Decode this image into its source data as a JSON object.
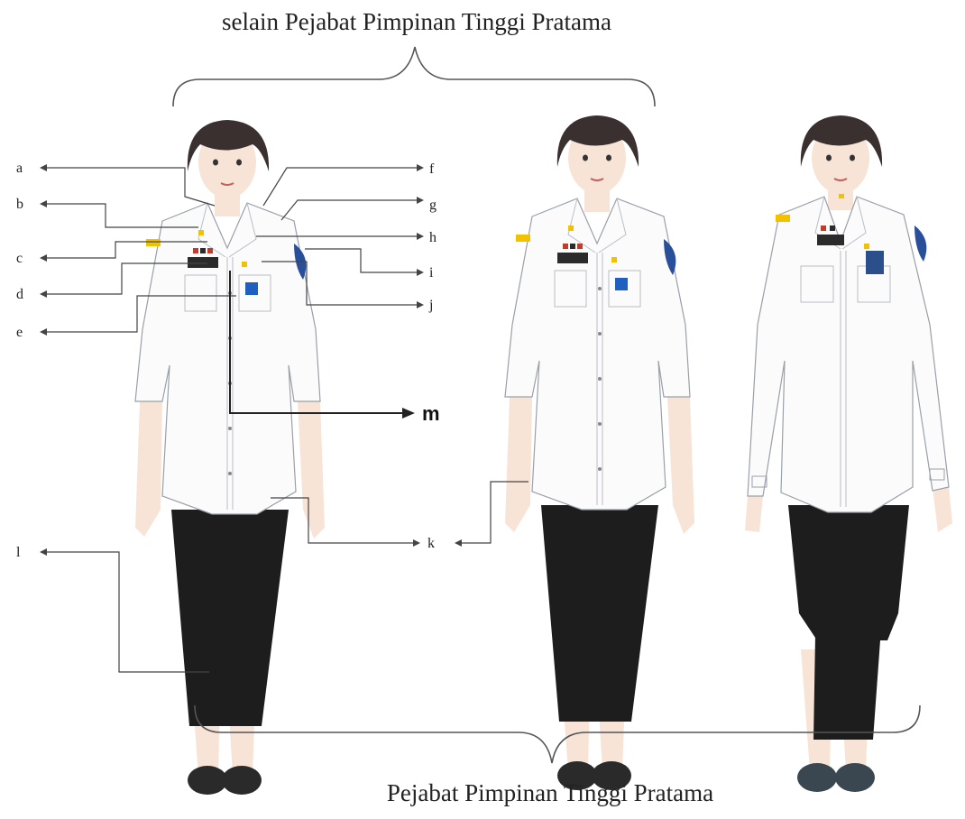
{
  "captions": {
    "top": "selain Pejabat Pimpinan Tinggi Pratama",
    "bottom": "Pejabat Pimpinan Tinggi Pratama"
  },
  "labels": {
    "a": "a",
    "b": "b",
    "c": "c",
    "d": "d",
    "e": "e",
    "f": "f",
    "g": "g",
    "h": "h",
    "i": "i",
    "j": "j",
    "k": "k",
    "l": "l",
    "m": "m"
  },
  "colors": {
    "hair": "#3b3030",
    "skin": "#f8e4d6",
    "shirt": "#fbfbfb",
    "skirt": "#1d1d1d",
    "badge_yellow": "#f2c200",
    "name_tag_blue": "#1f5fbf",
    "id_card_blue": "#2b4f8a",
    "shoe_dark": "#2a2a2a"
  }
}
